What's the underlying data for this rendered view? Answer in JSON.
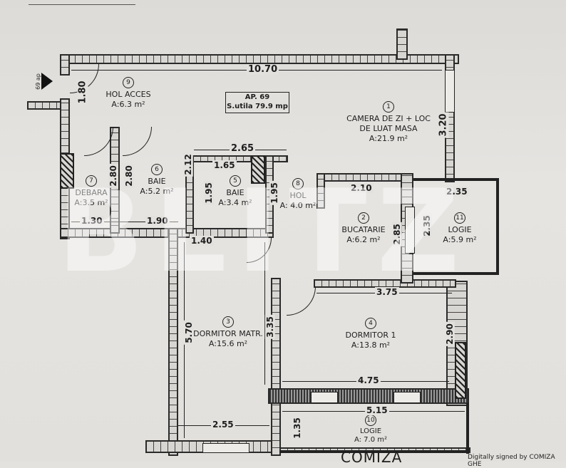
{
  "apartment": {
    "title": "AP. 69",
    "usable_area": "S.utila 79.9 mp"
  },
  "rooms": [
    {
      "number": "1",
      "name_line1": "CAMERA DE ZI  + LOC",
      "name_line2": "DE LUAT MASA",
      "area": "A:21.9 m²"
    },
    {
      "number": "2",
      "name_line1": "BUCATARIE",
      "area": "A:6.2 m²"
    },
    {
      "number": "3",
      "name_line1": "DORMITOR MATR.",
      "area": "A:15.6 m²"
    },
    {
      "number": "4",
      "name_line1": "DORMITOR 1",
      "area": "A:13.8 m²"
    },
    {
      "number": "5",
      "name_line1": "BAIE",
      "area": "A:3.4 m²"
    },
    {
      "number": "6",
      "name_line1": "BAIE",
      "area": "A:5.2 m²"
    },
    {
      "number": "7",
      "name_line1": "DEBARA",
      "area": "A:3.5 m²"
    },
    {
      "number": "8",
      "name_line1": "HOL",
      "area": "A: 4.0 m²"
    },
    {
      "number": "9",
      "name_line1": "HOL ACCES",
      "area": "A:6.3 m²"
    },
    {
      "number": "10",
      "name_line1": "LOGIE",
      "area": "A: 7.0 m²"
    },
    {
      "number": "11",
      "name_line1": "LOGIE",
      "area": "A:5.9 m²"
    }
  ],
  "dimensions": {
    "top_width": "10.70",
    "hol_acces_height": "1.80",
    "living_height": "3.20",
    "bath_block_width": "2.65",
    "bath5_width": "1.65",
    "debara_height": "2.80",
    "baie6_height": "2.80",
    "baie6_side": "2.12",
    "bath5_height": "1.95",
    "hol_height": "1.95",
    "debara_width": "1.30",
    "baie6_width": "1.90",
    "corridor_width": "1.40",
    "kitchen_width": "2.10",
    "kitchen_height": "2.85",
    "logie11_width": "2.35",
    "logie11_height": "2.35",
    "dormitor1_top": "3.75",
    "dormitor1_height": "2.90",
    "dormitor1_bottom": "4.75",
    "dormitor_matr_height": "5.70",
    "hol_side": "3.35",
    "logie10_width": "5.15",
    "logie10_height": "1.35",
    "dormitor_matr_bottom": "2.55"
  },
  "entrance": {
    "label": "69 ap"
  },
  "watermark": "BLITZ",
  "footer": {
    "title": "COMIZA",
    "signature": "Digitally signed by COMIZA GHE"
  }
}
